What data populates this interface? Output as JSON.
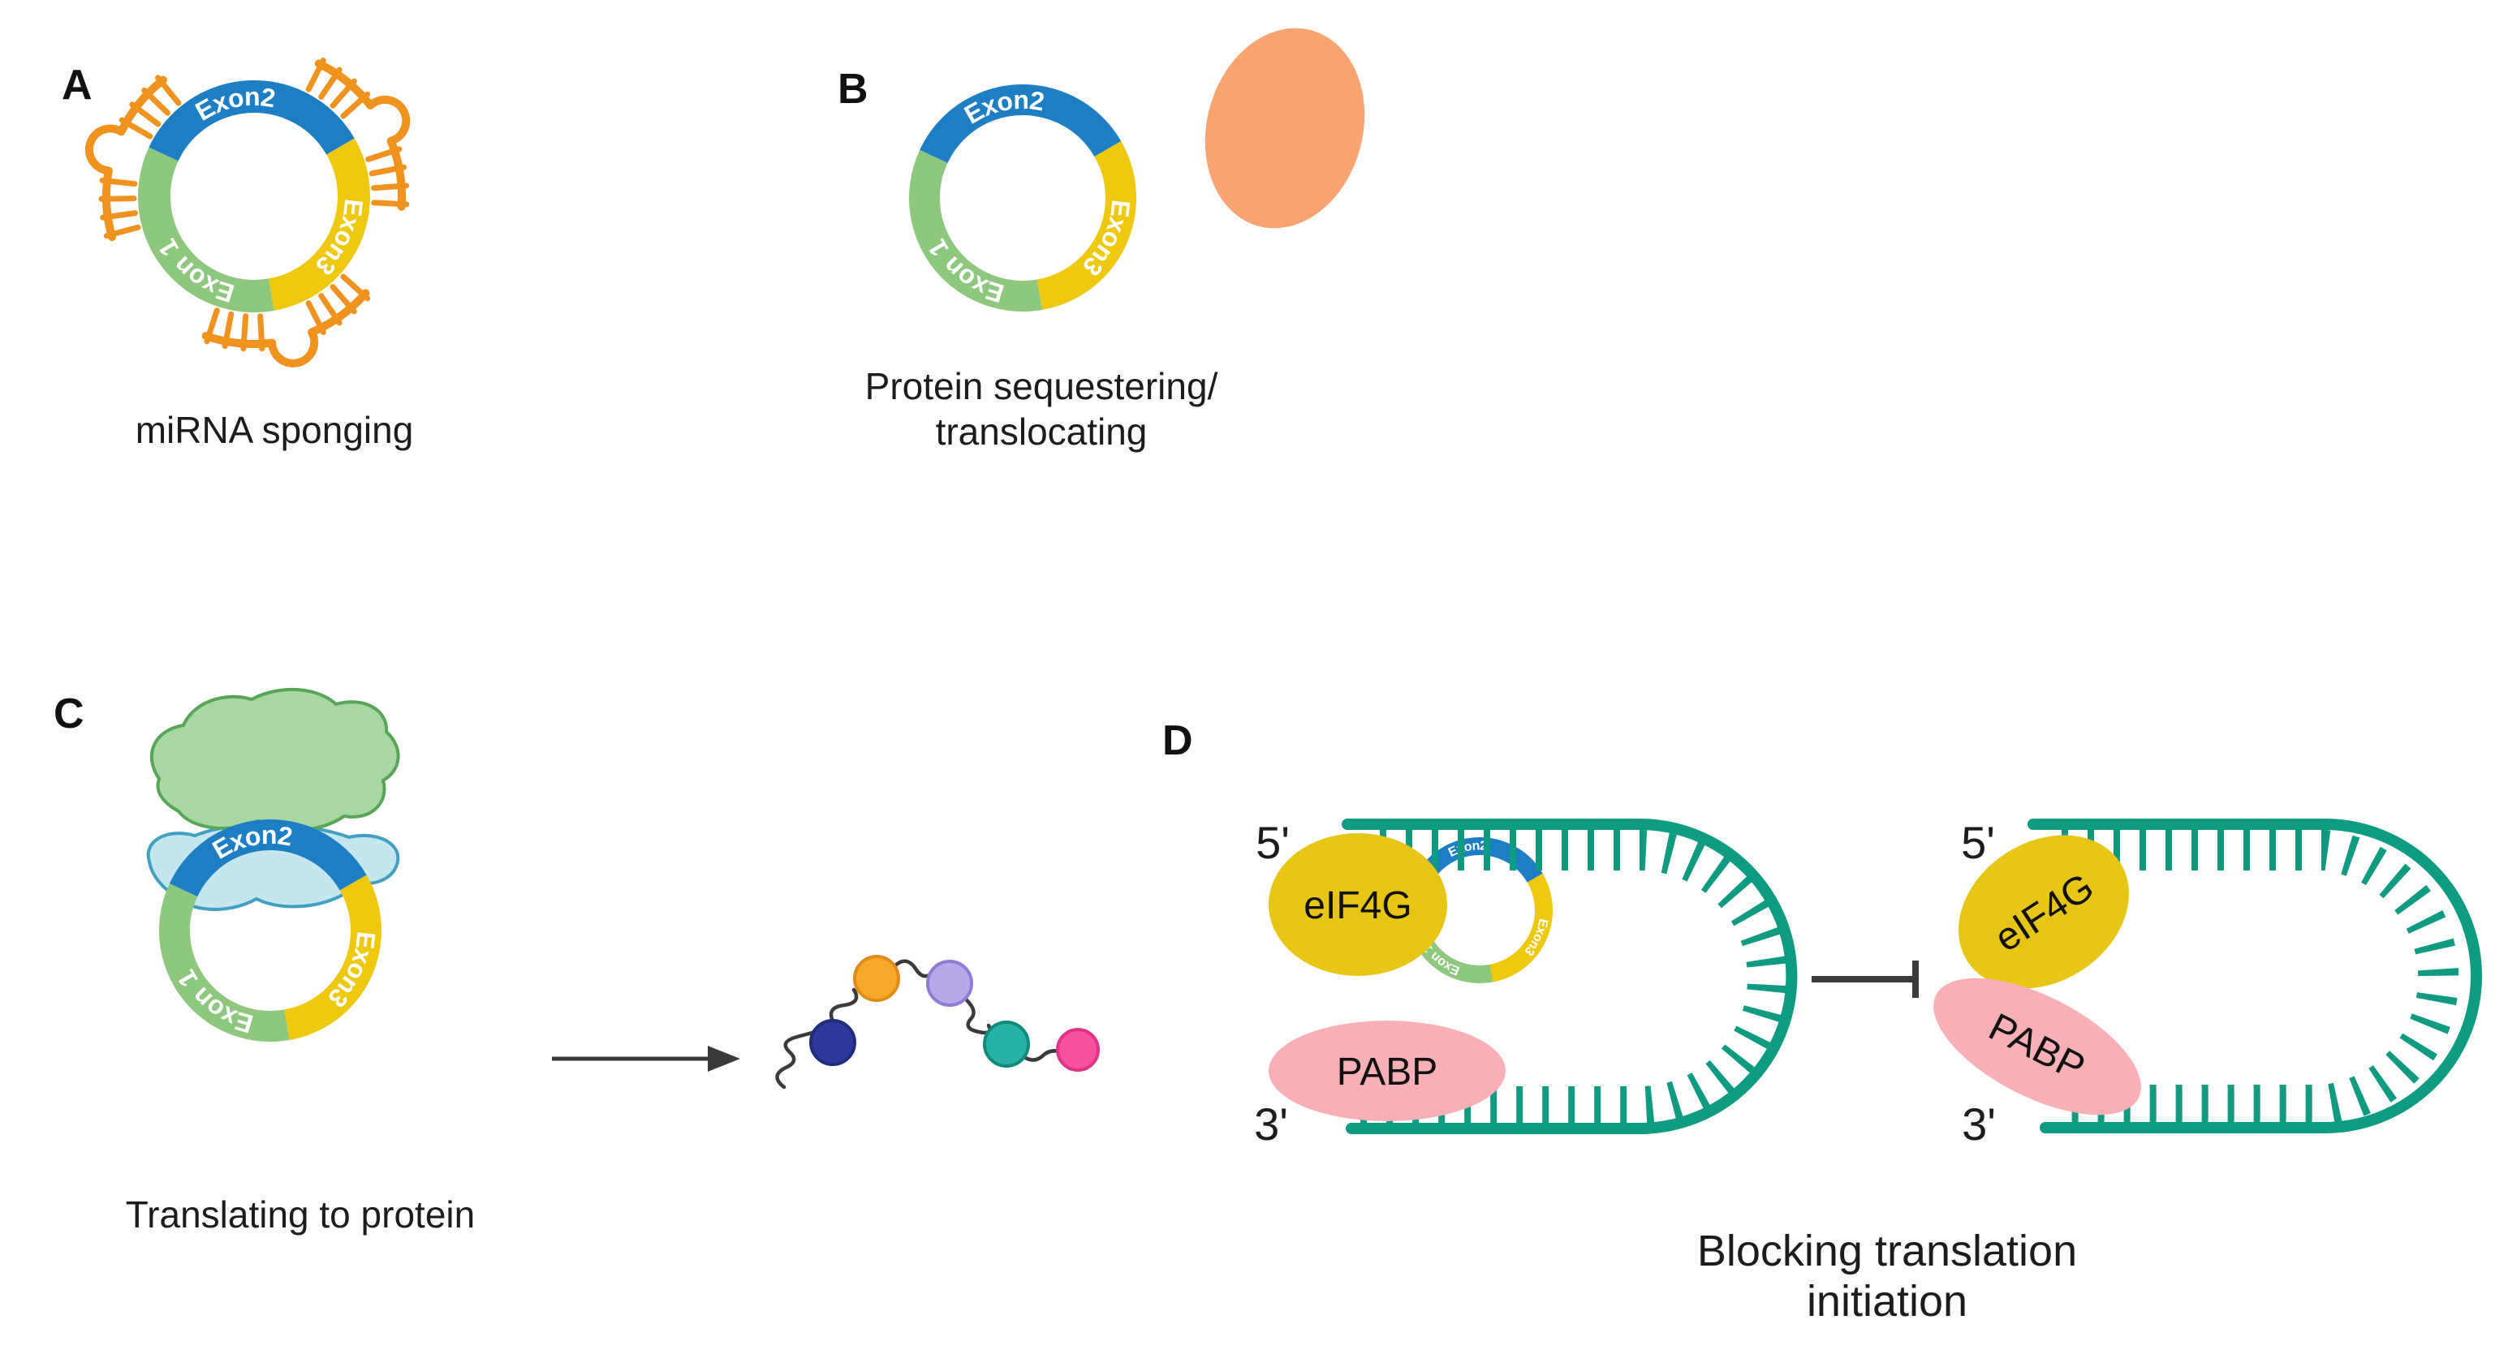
{
  "ring_labels": {
    "exon2": "Exon2",
    "exon3": "Exon3",
    "exon1": "Exon 1"
  },
  "panel_a": {
    "letter": "A",
    "caption": "miRNA sponging"
  },
  "panel_b": {
    "letter": "B",
    "caption_line1": "Protein sequestering/",
    "caption_line2": "translocating"
  },
  "panel_c": {
    "letter": "C",
    "caption": "Translating to protein"
  },
  "panel_d": {
    "letter": "D",
    "caption_line1": "Blocking translation",
    "caption_line2": "initiation",
    "left": {
      "five_prime": "5'",
      "three_prime": "3'",
      "eif4g": "eIF4G",
      "pabp": "PABP"
    },
    "right": {
      "five_prime": "5'",
      "three_prime": "3'",
      "eif4g": "eIF4G",
      "pabp": "PABP"
    }
  },
  "colors": {
    "exon2_blue": "#1d7ec3",
    "exon3_yellow": "#eec80f",
    "exon1_green": "#8dc87e",
    "mirna_orange": "#f0921e",
    "protein_salmon": "#f9a471",
    "ribosome_green_fill": "#a8d7a1",
    "ribosome_green_stroke": "#57a656",
    "ribosome_blue_fill": "#c5e5ef",
    "ribosome_blue_stroke": "#429fc4",
    "mrna_teal": "#0e9b81",
    "eif4g_gold": "#e6c514",
    "pabp_pink": "#f8b0b6",
    "bead_navy": "#2b3a9c",
    "bead_orange": "#f7a829",
    "bead_lavender": "#b7a8e8",
    "bead_teal": "#28b2a3",
    "bead_pink": "#f7529f",
    "line_dark": "#3a3a3a",
    "ring_text": "#ffffff"
  }
}
